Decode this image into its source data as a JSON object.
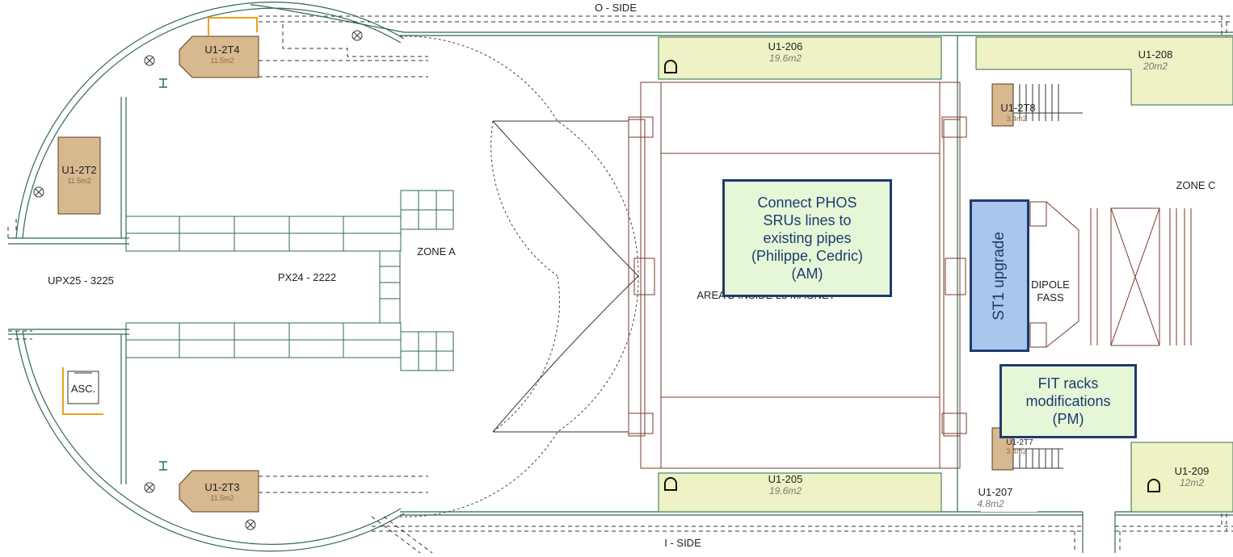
{
  "sides": {
    "top": "O - SIDE",
    "bottom": "I - SIDE"
  },
  "zones": {
    "a": "ZONE A",
    "c": "ZONE C"
  },
  "areas": {
    "upx25": "UPX25 - 3225",
    "px24": "PX24 - 2222",
    "magnet": "AREA B INSIDE L3 MAGNET",
    "dipole_line1": "DIPOLE",
    "dipole_line2": "FASS"
  },
  "rooms": [
    {
      "id": "U1-206",
      "area": "19.6m2"
    },
    {
      "id": "U1-205",
      "area": "19.6m2"
    },
    {
      "id": "U1-208",
      "area": "20m2"
    },
    {
      "id": "U1-209",
      "area": "12m2"
    },
    {
      "id": "U1-207",
      "area": "4.8m2"
    }
  ],
  "stairs": {
    "s214": "U1-2T4",
    "s213": "U1-2T3",
    "s212": "U1-2T2",
    "s218": "U1-2T8",
    "s217": "U1-2T7"
  },
  "stair_areas": {
    "s214": "11.5m2",
    "s213": "11.5m2",
    "s212": "11.5m2",
    "s218": "3.4m2",
    "s217": "3.4m2"
  },
  "elevator": "ASC.",
  "annotations": {
    "phos": "Connect PHOS\nSRUs lines to\nexisting pipes\n(Philippe, Cedric)\n(AM)",
    "st1": "ST1 upgrade",
    "fit": "FIT racks\nmodifications\n(PM)"
  },
  "colors": {
    "wall": "#2e6b4f",
    "room_fill": "#eef2c4",
    "stair_fill": "#d8b88f",
    "magnet_line": "#7a3a2a",
    "orange_accent": "#f0a020",
    "note_fill": "#e6f7d8",
    "note_blue": "#a9c7ec",
    "note_border": "#1f3a6e"
  }
}
